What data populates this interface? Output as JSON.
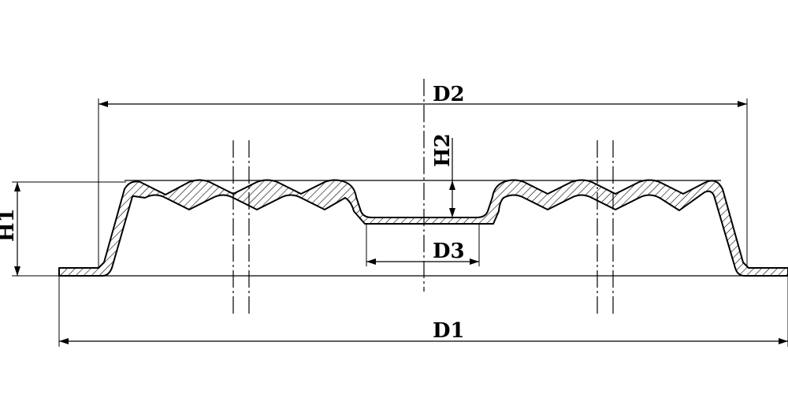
{
  "diagram": {
    "labels": {
      "d1": "D1",
      "d2": "D2",
      "d3": "D3",
      "h1": "H1",
      "h2": "H2"
    },
    "colors": {
      "stroke": "#000000",
      "background": "#ffffff"
    }
  }
}
